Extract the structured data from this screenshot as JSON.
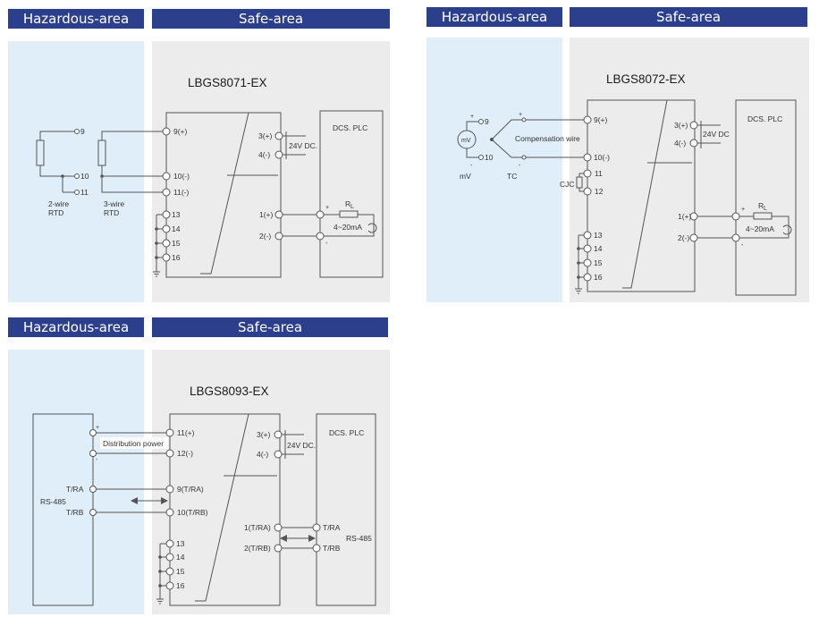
{
  "zones": {
    "hazardous": "Hazardous-area",
    "safe": "Safe-area"
  },
  "colors": {
    "header_bg": "#2b3f8c",
    "header_text": "#ffffff",
    "hazardous_bg": "#dfeef9",
    "safe_bg": "#ececec",
    "line": "#555555"
  },
  "panel1": {
    "model": "LBGS8071-EX",
    "field_terminals": [
      "9",
      "10",
      "11"
    ],
    "sensor_labels": [
      "2-wire\nRTD",
      "3-wire\nRTD"
    ],
    "input_terminals": [
      "9(+)",
      "10(-)",
      "11(-)",
      "13",
      "14",
      "15",
      "16"
    ],
    "supply_terminals": [
      "3(+)",
      "4(-)"
    ],
    "supply_label": "24V DC.",
    "output_terminals": [
      "1(+)",
      "2(-)"
    ],
    "dcs_label": "DCS. PLC",
    "load_label": "R",
    "load_sub": "L",
    "signal_label": "4~20mA",
    "plus": "+",
    "minus": "-"
  },
  "panel2": {
    "model": "LBGS8072-EX",
    "field_terminals": [
      "9",
      "10"
    ],
    "source_label": "mV",
    "source_caption": "mV",
    "tc_label": "TC",
    "wire_label": "Compensation wire",
    "cjc_label": "CJC",
    "input_terminals": [
      "9(+)",
      "10(-)",
      "11",
      "12",
      "13",
      "14",
      "15",
      "16"
    ],
    "supply_terminals": [
      "3(+)",
      "4(-)"
    ],
    "supply_label": "24V DC",
    "output_terminals": [
      "1(+)",
      "2(-)"
    ],
    "dcs_label": "DCS. PLC",
    "load_label": "R",
    "load_sub": "L",
    "signal_label": "4~20mA",
    "plus": "+",
    "minus": "-"
  },
  "panel3": {
    "model": "LBGS8093-EX",
    "rs485_label": "RS-485",
    "field_terminals": [
      "+",
      "-",
      "T/RA",
      "T/RB"
    ],
    "distribution_label": "Distribution power",
    "input_terminals": [
      "11(+)",
      "12(-)",
      "9(T/RA)",
      "10(T/RB)",
      "13",
      "14",
      "15",
      "16"
    ],
    "supply_terminals": [
      "3(+)",
      "4(-)"
    ],
    "supply_label": "24V DC.",
    "output_terminals": [
      "1(T/RA)",
      "2(T/RB)"
    ],
    "dcs_label": "DCS. PLC",
    "dcs_terminals": [
      "T/RA",
      "T/RB"
    ],
    "dcs_rs485_label": "RS-485"
  }
}
